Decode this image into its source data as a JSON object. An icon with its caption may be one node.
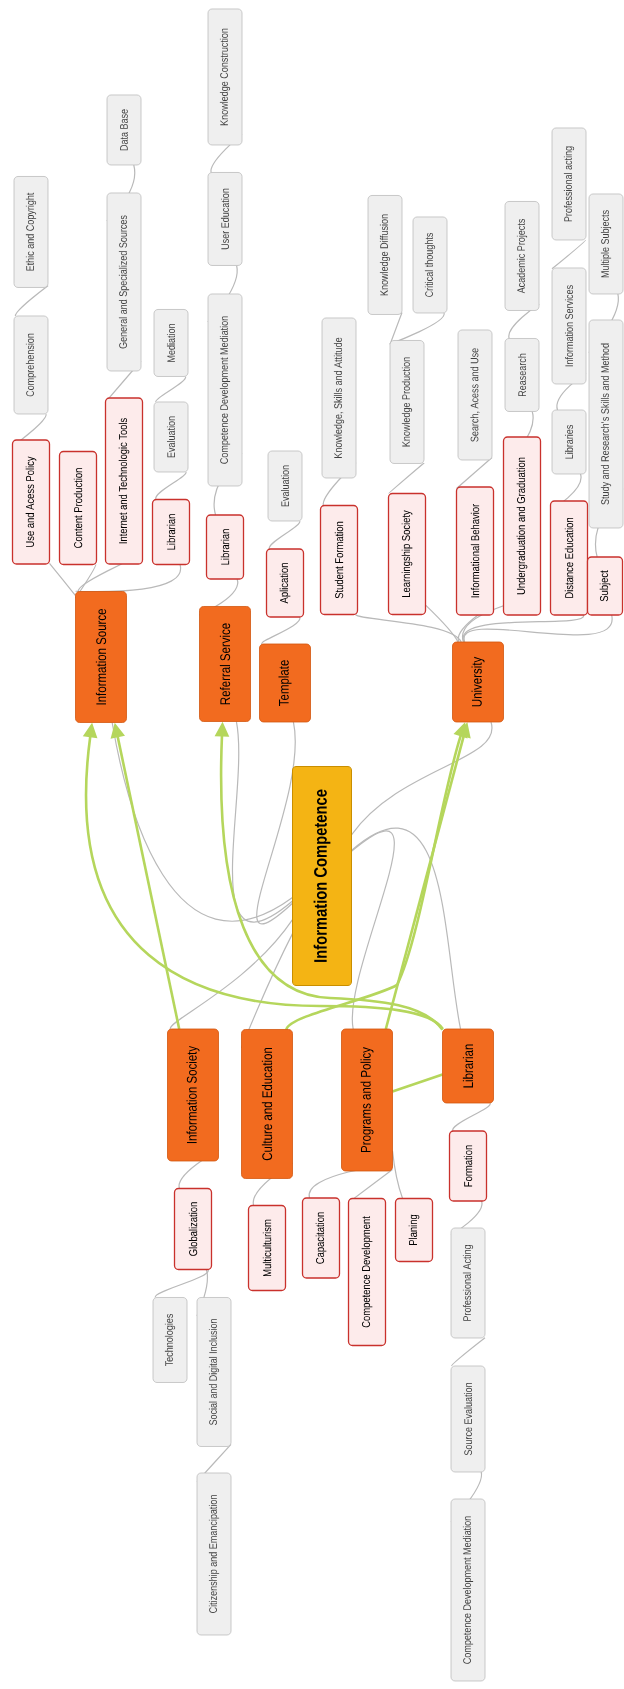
{
  "diagram": {
    "nodes": [
      {
        "text": [
          "Information Competence"
        ]
      },
      {
        "text": [
          "Information Source"
        ]
      },
      {
        "text": [
          "Use and Acess Policy"
        ]
      },
      {
        "text": [
          "Comprehension"
        ]
      },
      {
        "text": [
          "Ethic and Copyright"
        ]
      },
      {
        "text": [
          "Content Production"
        ]
      },
      {
        "text": [
          "Internet and Technologic Tools"
        ]
      },
      {
        "text": [
          "General and Specialized Sources"
        ]
      },
      {
        "text": [
          "Data Base"
        ]
      },
      {
        "text": [
          "Librarian"
        ]
      },
      {
        "text": [
          "Evaluation"
        ]
      },
      {
        "text": [
          "Mediation"
        ]
      },
      {
        "text": [
          "Referral Service"
        ]
      },
      {
        "text": [
          "Librarian"
        ]
      },
      {
        "text": [
          "Competence Development Mediation"
        ]
      },
      {
        "text": [
          "User Education"
        ]
      },
      {
        "text": [
          "Knowledge Construction"
        ]
      },
      {
        "text": [
          "Template"
        ]
      },
      {
        "text": [
          "Aplication"
        ]
      },
      {
        "text": [
          "Evaluation"
        ]
      },
      {
        "text": [
          "University"
        ]
      },
      {
        "text": [
          "Student Formation"
        ]
      },
      {
        "text": [
          "Knowledge, Skills and Attitude"
        ]
      },
      {
        "text": [
          "Learningship Society"
        ]
      },
      {
        "text": [
          "Knowledge Production"
        ]
      },
      {
        "text": [
          "Knowledge Diffusion"
        ]
      },
      {
        "text": [
          "Critical thoughts"
        ]
      },
      {
        "text": [
          "Informational Behavior"
        ]
      },
      {
        "text": [
          "Search, Acess and Use"
        ]
      },
      {
        "text": [
          "Undergraduation and Graduation"
        ]
      },
      {
        "text": [
          "Reasearch"
        ]
      },
      {
        "text": [
          "Academic Projects"
        ]
      },
      {
        "text": [
          "Distance Education"
        ]
      },
      {
        "text": [
          "Libraries"
        ]
      },
      {
        "text": [
          "Information Services"
        ]
      },
      {
        "text": [
          "Professional acting"
        ]
      },
      {
        "text": [
          "Subject"
        ]
      },
      {
        "text": [
          "Study and Research's Skills and Method"
        ]
      },
      {
        "text": [
          "Multiple Subjects"
        ]
      },
      {
        "text": [
          "Information Society"
        ]
      },
      {
        "text": [
          "Globalization"
        ]
      },
      {
        "text": [
          "Technologies"
        ]
      },
      {
        "text": [
          "Social and Digital Inclusion"
        ]
      },
      {
        "text": [
          "Citizenship and Emancipation"
        ]
      },
      {
        "text": [
          "Culture and Education"
        ]
      },
      {
        "text": [
          "Multiculturism"
        ]
      },
      {
        "text": [
          "Programs and Policy"
        ]
      },
      {
        "text": [
          "Capacitation"
        ]
      },
      {
        "text": [
          "Competence Development"
        ]
      },
      {
        "text": [
          "Planing"
        ]
      },
      {
        "text": [
          "Librarian"
        ]
      },
      {
        "text": [
          "Formation"
        ]
      },
      {
        "text": [
          "Professional Acting"
        ]
      },
      {
        "text": [
          "Source Evaluation"
        ]
      },
      {
        "text": [
          "Competence Development Mediation"
        ]
      }
    ],
    "edges": [
      {
        "from": 0,
        "to": 1,
        "arrow": "none"
      },
      {
        "from": 0,
        "to": 12,
        "arrow": "none"
      },
      {
        "from": 0,
        "to": 17,
        "arrow": "none"
      },
      {
        "from": 0,
        "to": 20,
        "arrow": "none"
      },
      {
        "from": 0,
        "to": 39,
        "arrow": "none"
      },
      {
        "from": 0,
        "to": 44,
        "arrow": "none"
      },
      {
        "from": 0,
        "to": 46,
        "arrow": "none"
      },
      {
        "from": 0,
        "to": 50,
        "arrow": "none"
      },
      {
        "from": 1,
        "to": 2,
        "arrow": "none"
      },
      {
        "from": 2,
        "to": 3,
        "arrow": "none"
      },
      {
        "from": 3,
        "to": 4,
        "arrow": "none"
      },
      {
        "from": 1,
        "to": 5,
        "arrow": "none"
      },
      {
        "from": 1,
        "to": 6,
        "arrow": "none"
      },
      {
        "from": 6,
        "to": 7,
        "arrow": "none"
      },
      {
        "from": 7,
        "to": 8,
        "arrow": "none"
      },
      {
        "from": 1,
        "to": 9,
        "arrow": "none"
      },
      {
        "from": 9,
        "to": 10,
        "arrow": "none"
      },
      {
        "from": 10,
        "to": 11,
        "arrow": "none"
      },
      {
        "from": 12,
        "to": 13,
        "arrow": "none"
      },
      {
        "from": 13,
        "to": 14,
        "arrow": "none"
      },
      {
        "from": 14,
        "to": 15,
        "arrow": "none"
      },
      {
        "from": 15,
        "to": 16,
        "arrow": "none"
      },
      {
        "from": 17,
        "to": 18,
        "arrow": "none"
      },
      {
        "from": 18,
        "to": 19,
        "arrow": "none"
      },
      {
        "from": 20,
        "to": 21,
        "arrow": "none"
      },
      {
        "from": 21,
        "to": 22,
        "arrow": "none"
      },
      {
        "from": 20,
        "to": 23,
        "arrow": "none"
      },
      {
        "from": 23,
        "to": 24,
        "arrow": "none"
      },
      {
        "from": 24,
        "to": 25,
        "arrow": "none"
      },
      {
        "from": 24,
        "to": 26,
        "arrow": "none"
      },
      {
        "from": 20,
        "to": 27,
        "arrow": "none"
      },
      {
        "from": 27,
        "to": 28,
        "arrow": "none"
      },
      {
        "from": 20,
        "to": 29,
        "arrow": "none"
      },
      {
        "from": 29,
        "to": 30,
        "arrow": "none"
      },
      {
        "from": 30,
        "to": 31,
        "arrow": "none"
      },
      {
        "from": 20,
        "to": 32,
        "arrow": "none"
      },
      {
        "from": 32,
        "to": 33,
        "arrow": "none"
      },
      {
        "from": 33,
        "to": 34,
        "arrow": "none"
      },
      {
        "from": 34,
        "to": 35,
        "arrow": "none"
      },
      {
        "from": 20,
        "to": 36,
        "arrow": "none"
      },
      {
        "from": 36,
        "to": 37,
        "arrow": "none"
      },
      {
        "from": 37,
        "to": 38,
        "arrow": "none"
      },
      {
        "from": 39,
        "to": 40,
        "arrow": "none"
      },
      {
        "from": 40,
        "to": 41,
        "arrow": "none"
      },
      {
        "from": 40,
        "to": 42,
        "arrow": "none"
      },
      {
        "from": 42,
        "to": 43,
        "arrow": "none"
      },
      {
        "from": 44,
        "to": 45,
        "arrow": "none"
      },
      {
        "from": 46,
        "to": 47,
        "arrow": "none"
      },
      {
        "from": 46,
        "to": 48,
        "arrow": "none"
      },
      {
        "from": 46,
        "to": 49,
        "arrow": "none"
      },
      {
        "from": 50,
        "to": 51,
        "arrow": "none"
      },
      {
        "from": 51,
        "to": 52,
        "arrow": "none"
      },
      {
        "from": 52,
        "to": 53,
        "arrow": "none"
      },
      {
        "from": 53,
        "to": 54,
        "arrow": "none"
      },
      {
        "from": 39,
        "to": 1,
        "arrow": "to",
        "color": "#b5d65c"
      },
      {
        "from": 50,
        "to": 1,
        "arrow": "to",
        "color": "#b5d65c"
      },
      {
        "from": 50,
        "to": 12,
        "arrow": "to",
        "color": "#b5d65c"
      },
      {
        "from": 44,
        "to": 20,
        "arrow": "to",
        "color": "#b5d65c"
      },
      {
        "from": 46,
        "to": 20,
        "arrow": "to",
        "color": "#b5d65c"
      },
      {
        "from": 50,
        "to": 46,
        "arrow": "none",
        "color": "#b5d65c"
      }
    ]
  }
}
